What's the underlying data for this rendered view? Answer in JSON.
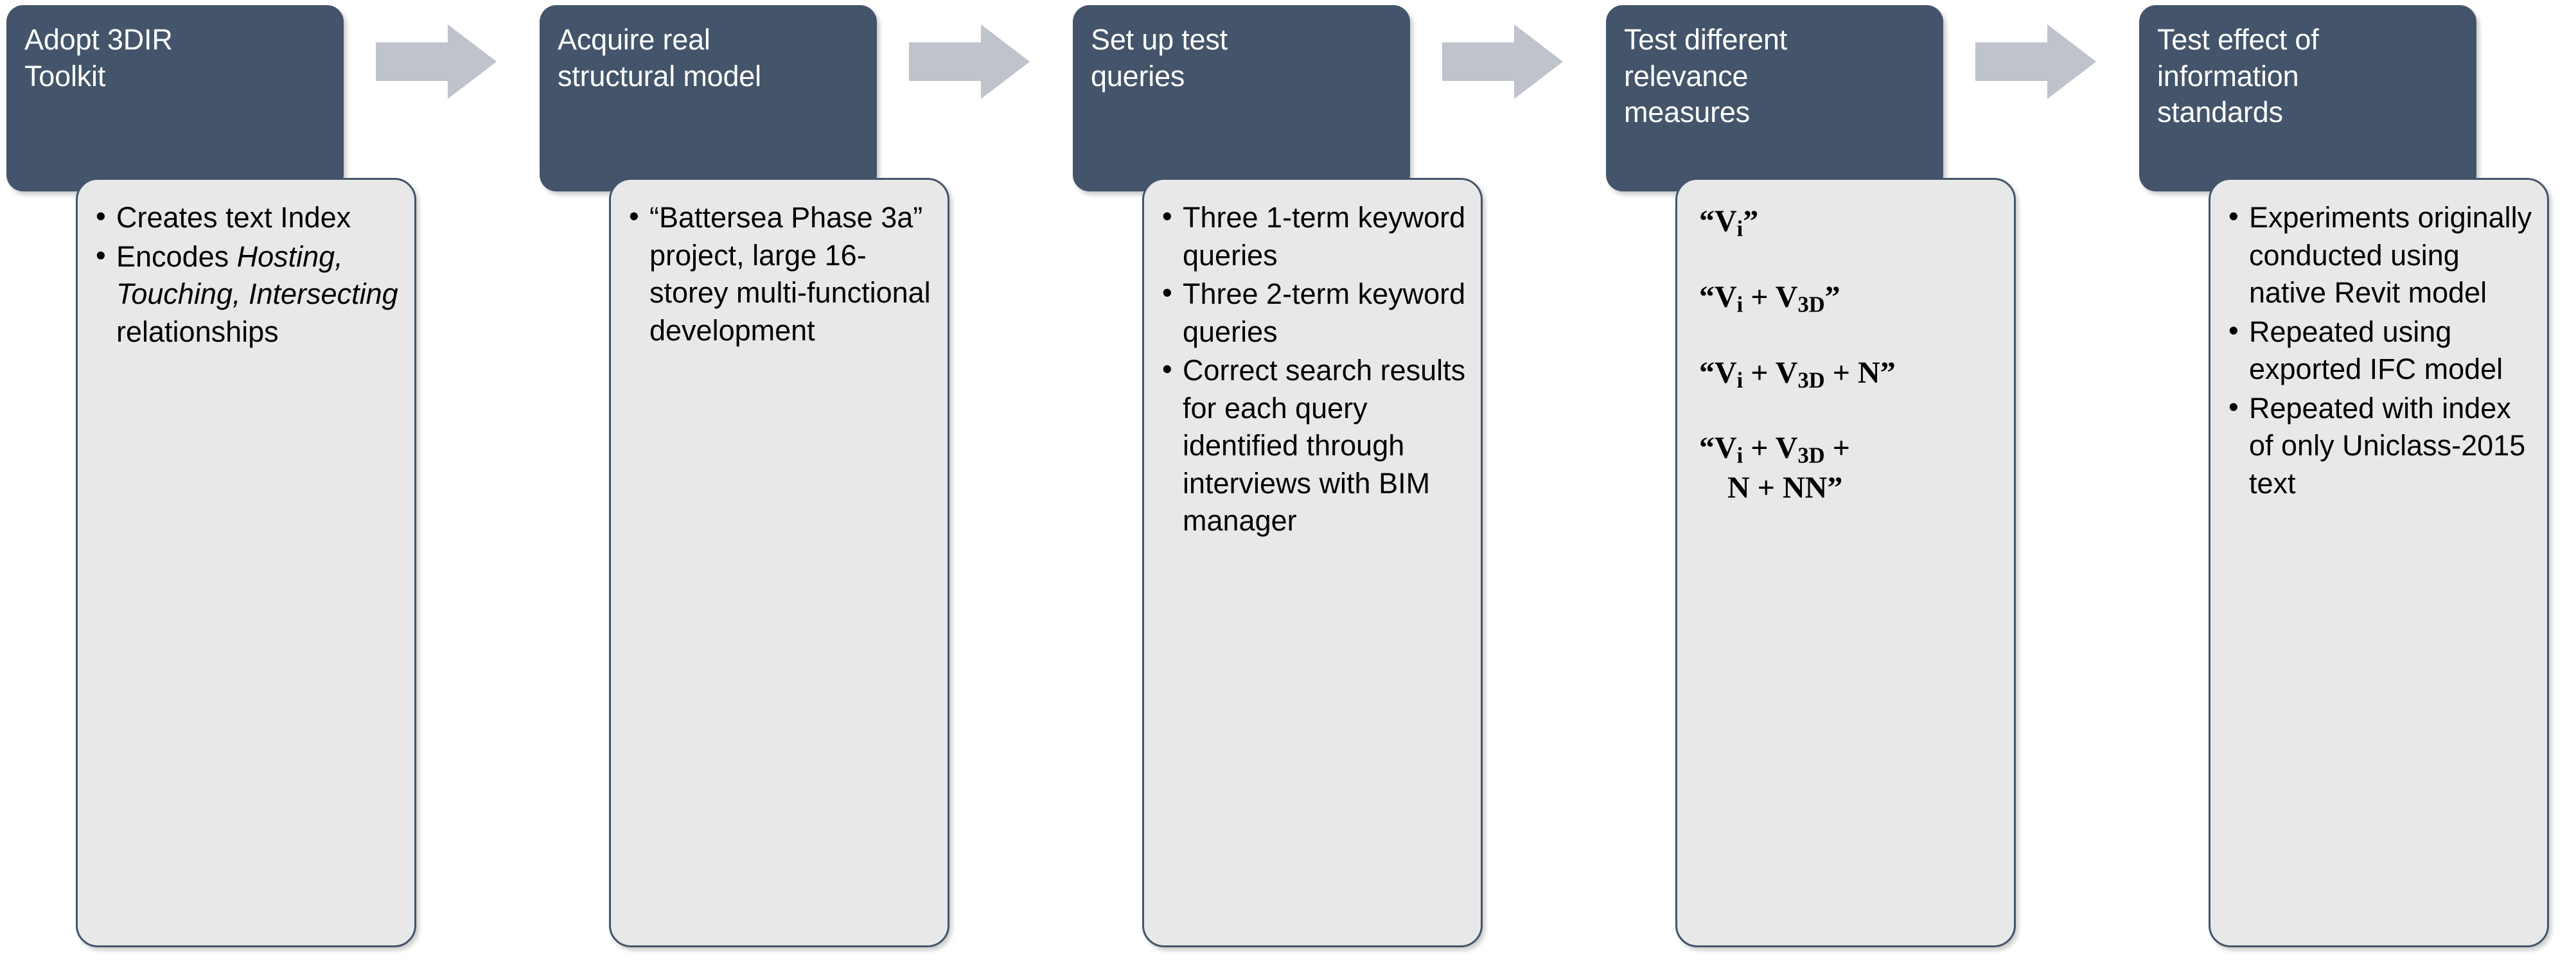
{
  "diagram": {
    "type": "process-flow",
    "stage_count": 5,
    "colors": {
      "header_fill": "#44546a",
      "detail_fill": "#e8e8e8",
      "detail_border": "#44546a",
      "arrow_fill": "#bfc3cb",
      "header_text": "#ffffff",
      "detail_text": "#000000",
      "background": "#ffffff"
    },
    "arrow_label": "right-arrow",
    "stages": [
      {
        "title": "Adopt 3DIR\nToolkit",
        "kind": "bullets",
        "bullets": [
          {
            "pre": "Creates text Index",
            "em": "",
            "post": ""
          },
          {
            "pre": "Encodes ",
            "em": "Hosting, Touching, Intersecting",
            "post": " relationships"
          }
        ]
      },
      {
        "title": "Acquire real\nstructural model",
        "kind": "bullets",
        "bullets": [
          {
            "pre": "“Battersea Phase 3a” project, large 16-storey multi-functional development",
            "em": "",
            "post": ""
          }
        ]
      },
      {
        "title": "Set up test\nqueries",
        "kind": "bullets",
        "bullets": [
          {
            "pre": "Three 1-term keyword queries",
            "em": "",
            "post": ""
          },
          {
            "pre": "Three 2-term keyword queries",
            "em": "",
            "post": ""
          },
          {
            "pre": "Correct search results for each query identified through interviews with BIM manager",
            "em": "",
            "post": ""
          }
        ]
      },
      {
        "title": "Test different\nrelevance\nmeasures",
        "kind": "formulas",
        "formulas": [
          {
            "line1": "“V{i}”",
            "line2": ""
          },
          {
            "line1": "“V{i} + V{3D}”",
            "line2": ""
          },
          {
            "line1": "“V{i} + V{3D} + N”",
            "line2": ""
          },
          {
            "line1": "“V{i} + V{3D} +",
            "line2": "N + NN”"
          }
        ]
      },
      {
        "title": "Test effect of\ninformation\nstandards",
        "kind": "bullets",
        "bullets": [
          {
            "pre": "Experiments originally conducted using native Revit model",
            "em": "",
            "post": ""
          },
          {
            "pre": "Repeated using exported IFC model",
            "em": "",
            "post": ""
          },
          {
            "pre": "Repeated with index of only Uniclass-2015 text",
            "em": "",
            "post": ""
          }
        ]
      }
    ]
  }
}
